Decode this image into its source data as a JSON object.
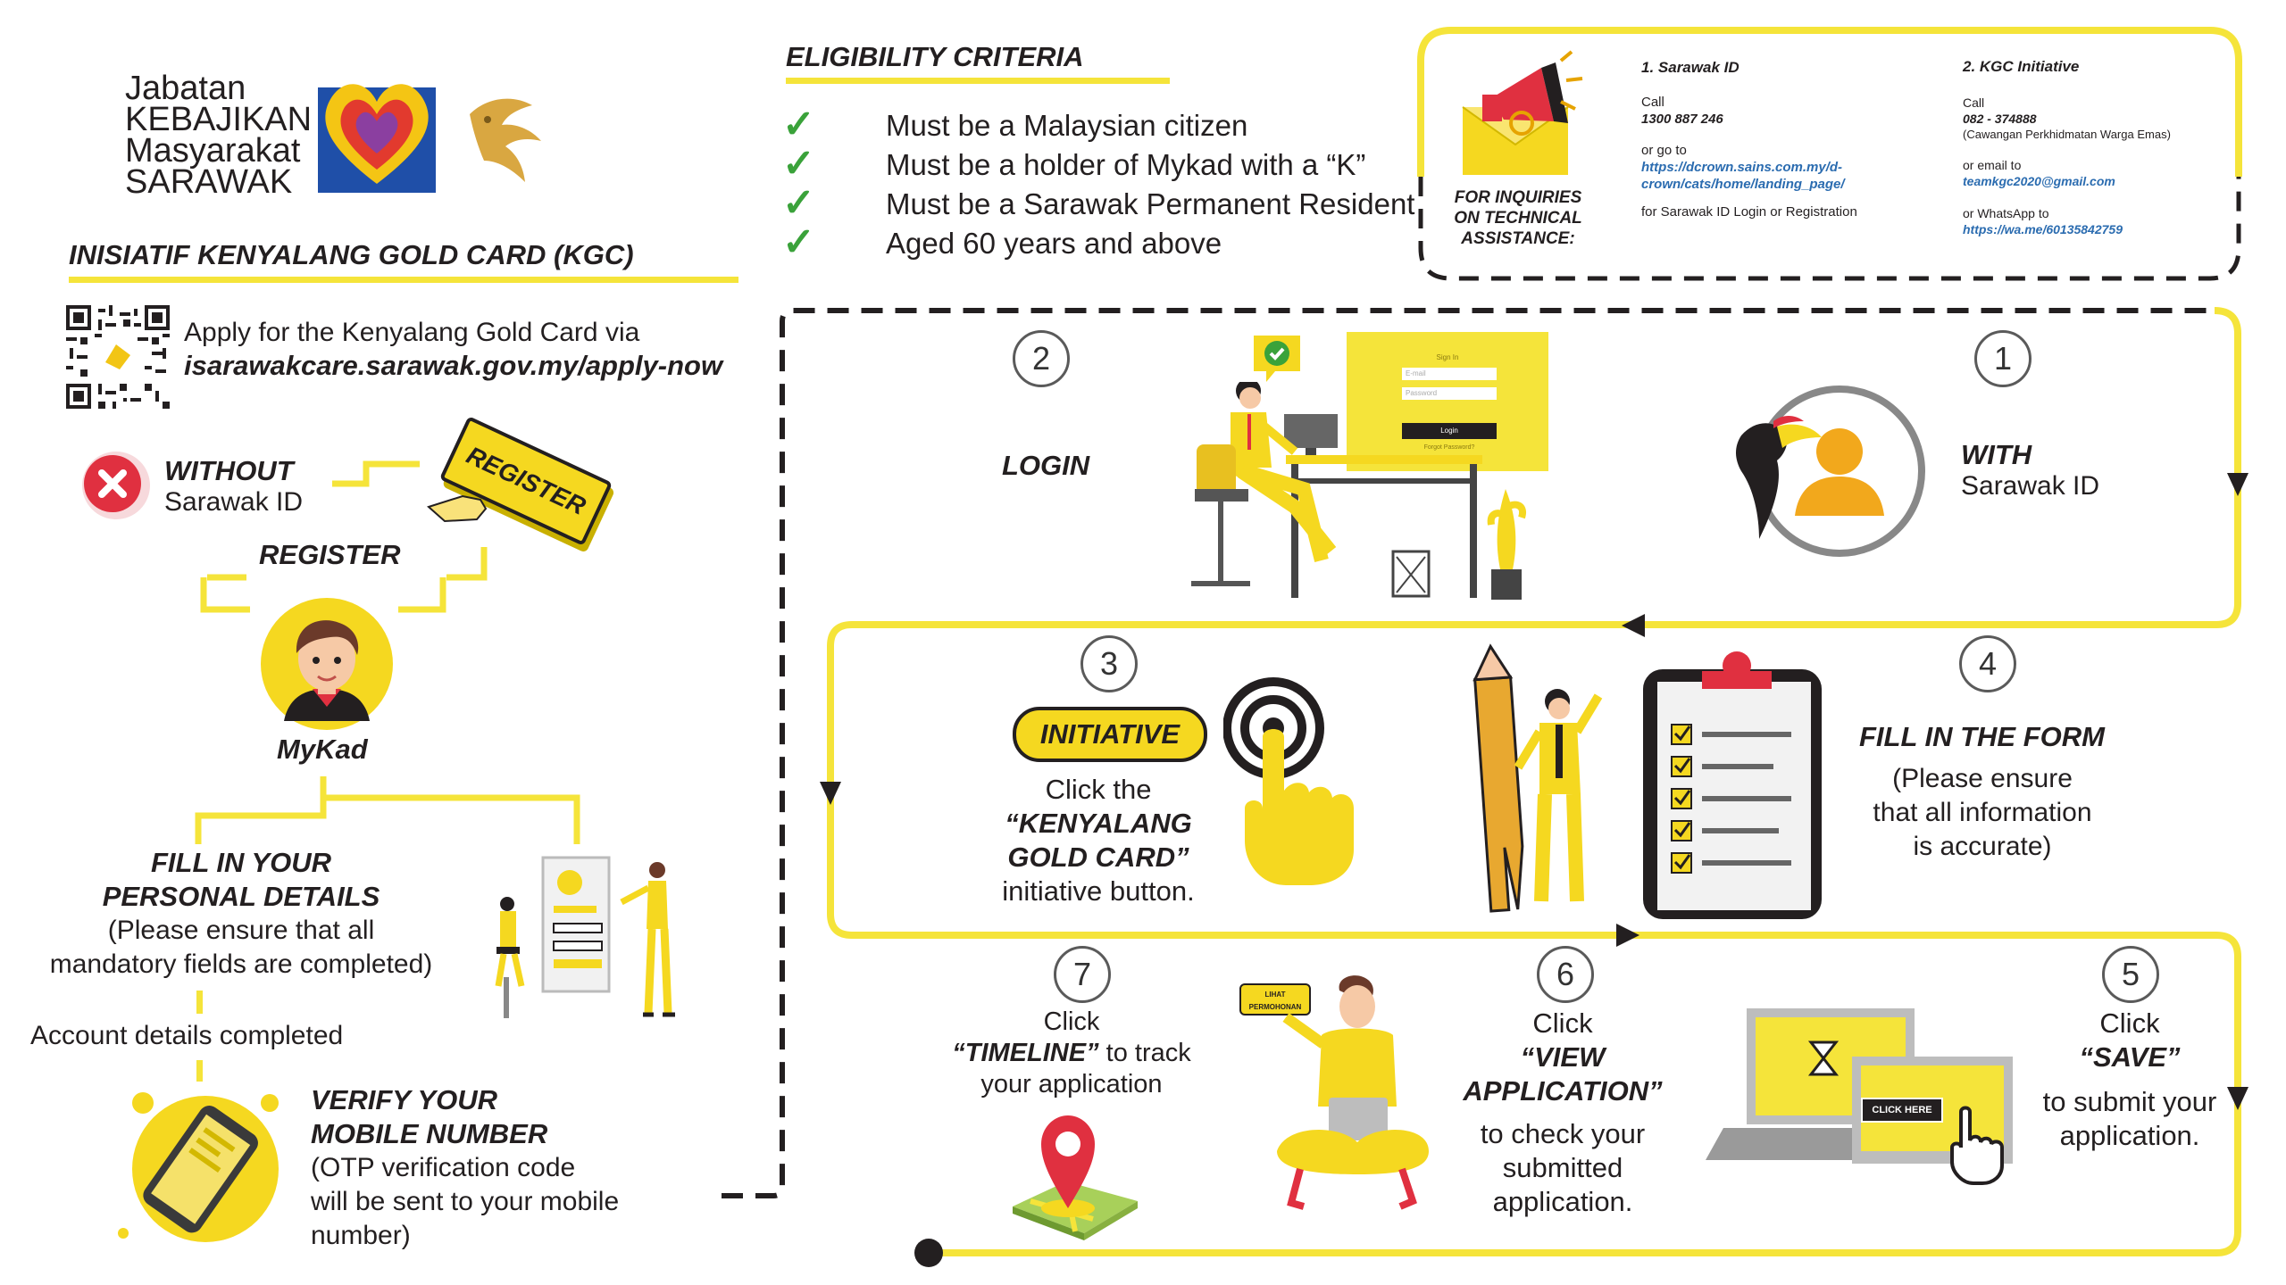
{
  "logo": {
    "line1": "Jabatan",
    "line2": "KEBAJIKAN",
    "line3": "Masyarakat",
    "line4": "SARAWAK"
  },
  "left": {
    "heading": "INISIATIF KENYALANG GOLD CARD (KGC)",
    "apply_text": "Apply for the Kenyalang Gold Card via",
    "apply_url": "isarawakcare.sarawak.gov.my/apply-now",
    "without_label": "WITHOUT",
    "without_sub": "Sarawak ID",
    "register_sign": "REGISTER",
    "register_label": "REGISTER",
    "mykad_label": "MyKad",
    "fill_title_1": "FILL IN YOUR",
    "fill_title_2": "PERSONAL DETAILS",
    "fill_note_1": "(Please ensure that all",
    "fill_note_2": "mandatory fields are completed)",
    "account_done": "Account details completed",
    "verify_title_1": "VERIFY YOUR",
    "verify_title_2": "MOBILE NUMBER",
    "verify_note_1": "(OTP verification code",
    "verify_note_2": "will be sent to your mobile",
    "verify_note_3": "number)"
  },
  "eligibility": {
    "heading": "ELIGIBILITY CRITERIA",
    "items": [
      "Must be a Malaysian citizen",
      "Must be a holder of Mykad with a “K”",
      "Must be a Sarawak Permanent Resident",
      "Aged 60 years and above"
    ]
  },
  "inquiries": {
    "label_1": "FOR INQUIRIES",
    "label_2": "ON TECHNICAL",
    "label_3": "ASSISTANCE:",
    "c1_title": "1.  Sarawak ID",
    "c1_call": "Call",
    "c1_phone": "1300 887 246",
    "c1_goto": "or go to",
    "c1_link_1": "https://dcrown.sains.com.my/d-",
    "c1_link_2": "crown/cats/home/landing_page/",
    "c1_note": "for Sarawak ID Login or Registration",
    "c2_title": "2.  KGC Initiative",
    "c2_call": "Call",
    "c2_phone": "082 - 374888",
    "c2_branch": "(Cawangan Perkhidmatan Warga Emas)",
    "c2_email_label": "or email to",
    "c2_email": "teamkgc2020@gmail.com",
    "c2_wa_label": "or WhatsApp to",
    "c2_wa": "https://wa.me/60135842759"
  },
  "steps": {
    "s1_num": "1",
    "s1_title": "WITH",
    "s1_sub": "Sarawak ID",
    "s2_num": "2",
    "s2_title": "LOGIN",
    "s2_screen_title": "Sign In",
    "s2_field_1": "E-mail",
    "s2_field_2": "Password",
    "s2_button": "Login",
    "s2_link": "Forgot Password?",
    "s3_num": "3",
    "s3_badge": "INITIATIVE",
    "s3_line1": "Click the",
    "s3_line2": "“KENYALANG",
    "s3_line3": "GOLD CARD”",
    "s3_line4": "initiative button.",
    "s4_num": "4",
    "s4_title": "FILL IN THE FORM",
    "s4_line1": "(Please ensure",
    "s4_line2": "that all information",
    "s4_line3": "is accurate)",
    "s5_num": "5",
    "s5_line1": "Click",
    "s5_line2": "“SAVE”",
    "s5_line3": "to submit your",
    "s5_line4": "application.",
    "s5_button": "CLICK HERE",
    "s6_num": "6",
    "s6_line1": "Click",
    "s6_line2": "“VIEW",
    "s6_line3": "APPLICATION”",
    "s6_line4": "to check your",
    "s6_line5": "submitted",
    "s6_line6": "application.",
    "s6_bubble_1": "LIHAT",
    "s6_bubble_2": "PERMOHONAN",
    "s7_num": "7",
    "s7_line1": "Click",
    "s7_line2_bold": "“TIMELINE”",
    "s7_line2_rest": " to track",
    "s7_line3": "your application"
  },
  "colors": {
    "yellow": "#f5e43a",
    "accent_yellow": "#f2d516",
    "dark": "#231f20",
    "link_blue": "#2b6cb0",
    "check_green": "#3aa23a",
    "error_red": "#e03040"
  }
}
